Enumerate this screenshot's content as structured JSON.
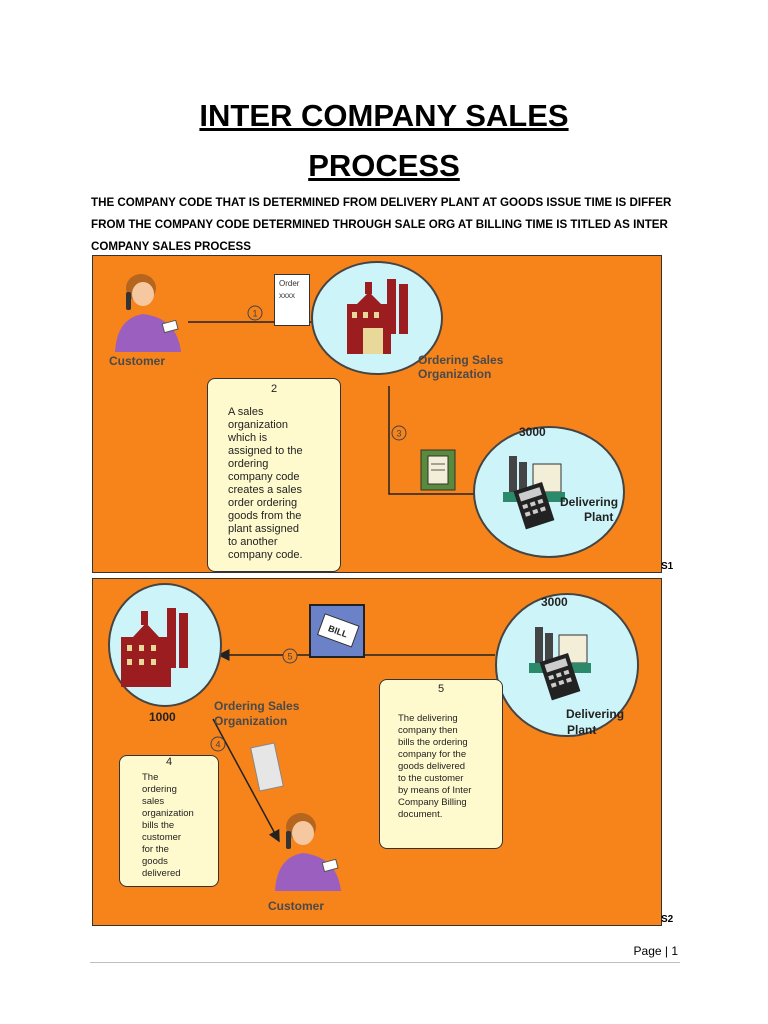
{
  "title": {
    "line1": "INTER COMPANY SALES",
    "line2": "PROCESS"
  },
  "intro": {
    "line1": "THE COMPANY CODE THAT IS DETERMINED FROM DELIVERY PLANT AT GOODS ISSUE TIME IS DIFFER",
    "line2": "FROM THE COMPANY CODE DETERMINED THROUGH SALE ORG AT BILLING TIME IS TITLED AS INTER",
    "line3": "COMPANY SALES PROCESS"
  },
  "diagram1": {
    "customer_label": "Customer",
    "order_doc": {
      "line1": "Order",
      "line2": "xxxx"
    },
    "step1": "1",
    "step2": "2",
    "step3": "3",
    "ordering_org": {
      "line1": "Ordering Sales",
      "line2": "Organization"
    },
    "delivering_code": "3000",
    "delivering_plant": {
      "line1": "Delivering",
      "line2": "Plant"
    },
    "scroll_number": "2",
    "scroll_text": [
      "A sales",
      "organization",
      "which is",
      "assigned to the",
      "ordering",
      "company code",
      "creates a sales",
      "order ordering",
      "goods from the",
      "plant assigned",
      "to another",
      "company code."
    ],
    "slide_label": "S1"
  },
  "diagram2": {
    "ordering_code": "1000",
    "ordering_org": {
      "line1": "Ordering Sales",
      "line2": "Organization"
    },
    "delivering_code": "3000",
    "delivering_plant": {
      "line1": "Delivering",
      "line2": "Plant"
    },
    "bill_label": "BILL",
    "step4": "4",
    "step5": "5",
    "scroll4_number": "4",
    "scroll4_text": [
      "The",
      "ordering",
      "sales",
      "organization",
      "bills the",
      "customer",
      "for the",
      "goods",
      "delivered"
    ],
    "scroll5_number": "5",
    "scroll5_text": [
      "The delivering",
      "company then",
      "bills the ordering",
      "company for the",
      "goods delivered",
      "to the customer",
      "by means of Inter",
      "Company Billing",
      "document."
    ],
    "customer_label": "Customer",
    "slide_label": "S2"
  },
  "footer": {
    "page_label": "Page | 1"
  },
  "colors": {
    "panel": "#f7831b",
    "circle": "#cdf5f9",
    "scroll": "#fffacd",
    "factory": "#9b1d20"
  }
}
